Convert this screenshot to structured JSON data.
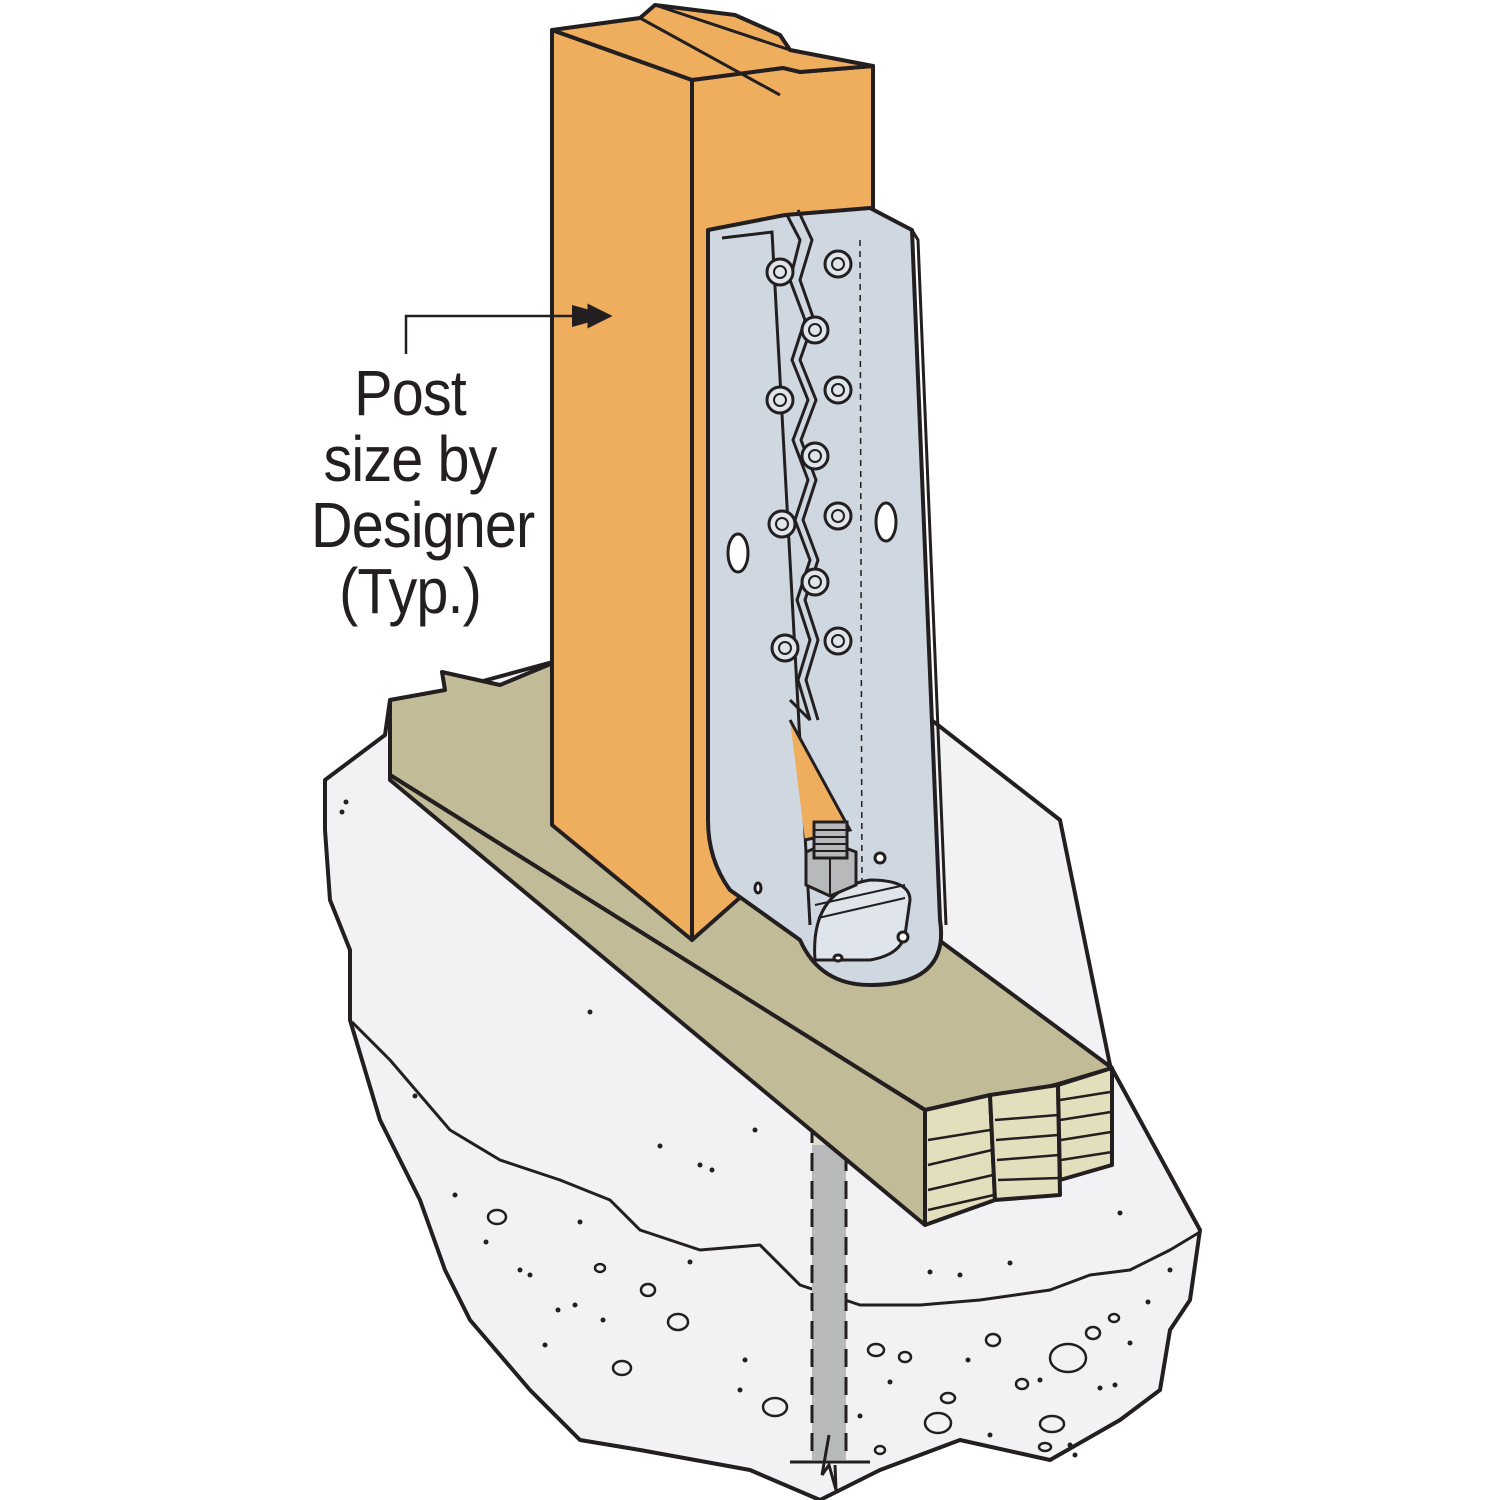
{
  "callout": {
    "lines": [
      "Post",
      "size by",
      "Designer",
      "(Typ.)"
    ]
  },
  "colors": {
    "post": "#efad5e",
    "sill": "#c2bb98",
    "concrete": "#f2f2f4",
    "hardware": "#cfd8e0",
    "anchor": "#b8b9bb",
    "outline": "#231f20"
  }
}
